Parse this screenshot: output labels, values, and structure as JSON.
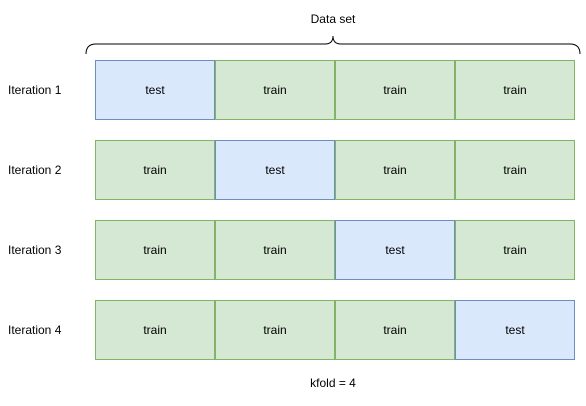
{
  "header": {
    "title": "Data set"
  },
  "footer": {
    "label": "kfold = 4"
  },
  "colors": {
    "train_fill": "#d5e8d4",
    "train_stroke": "#82b366",
    "test_fill": "#dae8fc",
    "test_stroke": "#6c8ebf"
  },
  "iterations": [
    {
      "label": "Iteration 1",
      "cells": [
        "test",
        "train",
        "train",
        "train"
      ]
    },
    {
      "label": "Iteration 2",
      "cells": [
        "train",
        "test",
        "train",
        "train"
      ]
    },
    {
      "label": "Iteration 3",
      "cells": [
        "train",
        "train",
        "test",
        "train"
      ]
    },
    {
      "label": "Iteration 4",
      "cells": [
        "train",
        "train",
        "train",
        "test"
      ]
    }
  ]
}
